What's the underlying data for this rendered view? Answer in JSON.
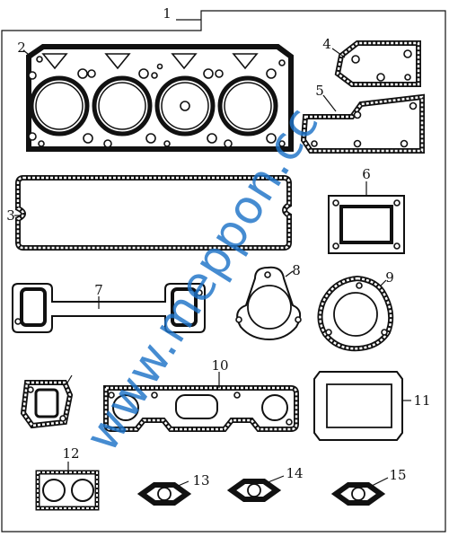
{
  "labels": {
    "p1": "1",
    "p2": "2",
    "p3": "3",
    "p4": "4",
    "p5": "5",
    "p6": "6",
    "p7": "7",
    "p8": "8",
    "p9": "9",
    "p10": "10",
    "p11": "11",
    "p12": "12",
    "p13": "13",
    "p14": "14",
    "p15": "15"
  },
  "watermark": "www.meppon.cc",
  "colors": {
    "line": "#111111",
    "watermark": "#1e73c8",
    "background": "#ffffff"
  }
}
